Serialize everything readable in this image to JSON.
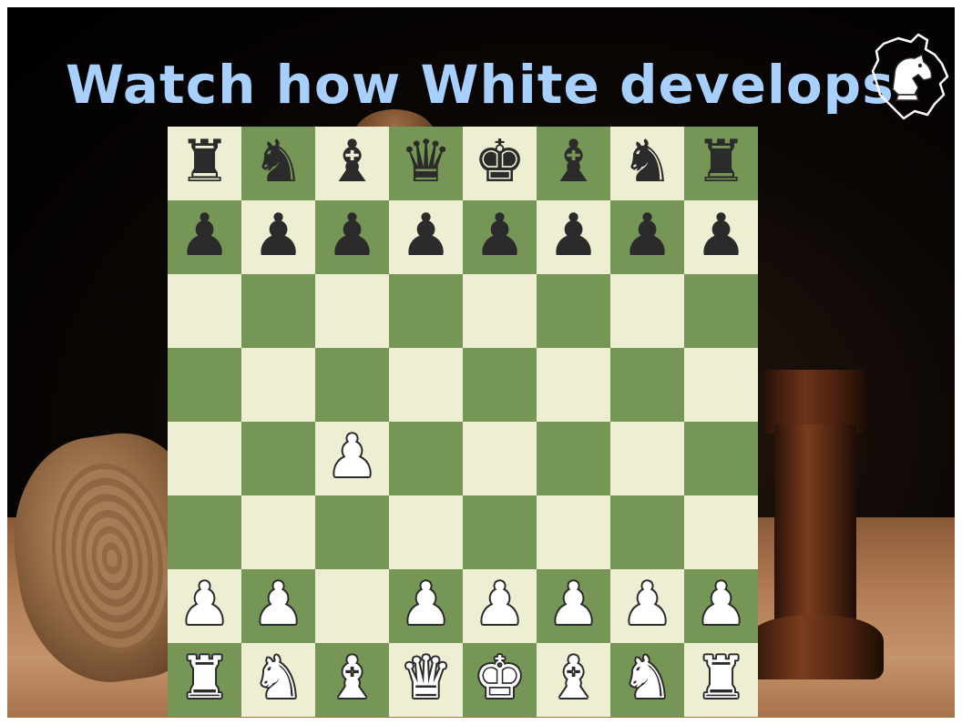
{
  "slide": {
    "title": "Watch how White develops",
    "logo_icon": "knight-map-logo-icon"
  },
  "board": {
    "orientation": "white-bottom",
    "colors": {
      "light": "#eeeed2",
      "dark": "#769656"
    },
    "ranks": [
      [
        "br",
        "bn",
        "bb",
        "bq",
        "bk",
        "bb",
        "bn",
        "br"
      ],
      [
        "bp",
        "bp",
        "bp",
        "bp",
        "bp",
        "bp",
        "bp",
        "bp"
      ],
      [
        "",
        "",
        "",
        "",
        "",
        "",
        "",
        ""
      ],
      [
        "",
        "",
        "",
        "",
        "",
        "",
        "",
        ""
      ],
      [
        "",
        "",
        "wp",
        "",
        "",
        "",
        "",
        ""
      ],
      [
        "",
        "",
        "",
        "",
        "",
        "",
        "",
        ""
      ],
      [
        "wp",
        "wp",
        "",
        "wp",
        "wp",
        "wp",
        "wp",
        "wp"
      ],
      [
        "wr",
        "wn",
        "wb",
        "wq",
        "wk",
        "wb",
        "wn",
        "wr"
      ]
    ]
  }
}
